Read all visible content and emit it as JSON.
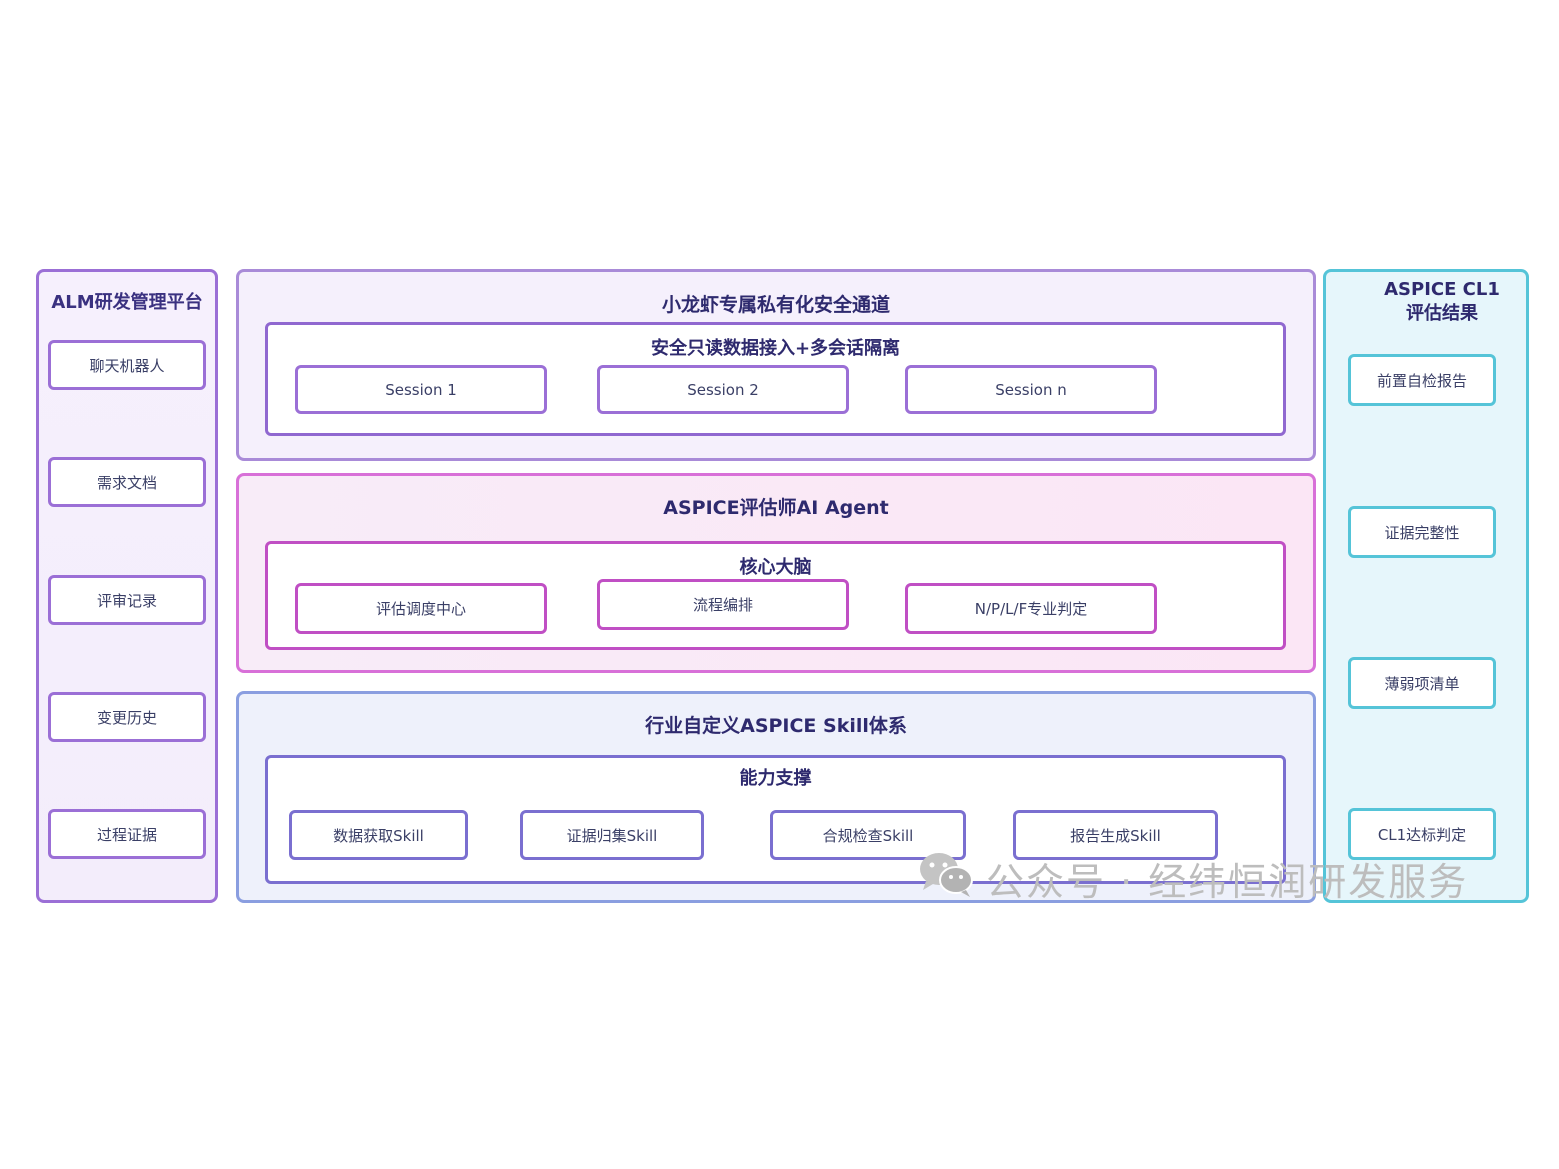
{
  "left_panel": {
    "title": "ALM研发管理平台",
    "items": [
      "聊天机器人",
      "需求文档",
      "评审记录",
      "变更历史",
      "过程证据"
    ]
  },
  "channel": {
    "title": "小龙虾专属私有化安全通道",
    "inner_title": "安全只读数据接入+多会话隔离",
    "sessions": [
      "Session 1",
      "Session 2",
      "Session n"
    ]
  },
  "agent": {
    "title": "ASPICE评估师AI Agent",
    "inner_title": "核心大脑",
    "items": [
      "评估调度中心",
      "流程编排",
      "N/P/L/F专业判定"
    ]
  },
  "skills": {
    "title": "行业自定义ASPICE Skill体系",
    "inner_title": "能力支撑",
    "items": [
      "数据获取Skill",
      "证据归集Skill",
      "合规检查Skill",
      "报告生成Skill"
    ]
  },
  "right_panel": {
    "title_line1": "ASPICE CL1",
    "title_line2": "评估结果",
    "items": [
      "前置自检报告",
      "证据完整性",
      "薄弱项清单",
      "CL1达标判定"
    ]
  },
  "watermark": {
    "text": "公众号 · 经纬恒润研发服务",
    "icon": "wechat-icon"
  },
  "colors": {
    "left_border": "#9b6fd6",
    "agent_border": "#d870d8",
    "skills_border": "#8a9ee0",
    "right_border": "#55c4d8"
  }
}
